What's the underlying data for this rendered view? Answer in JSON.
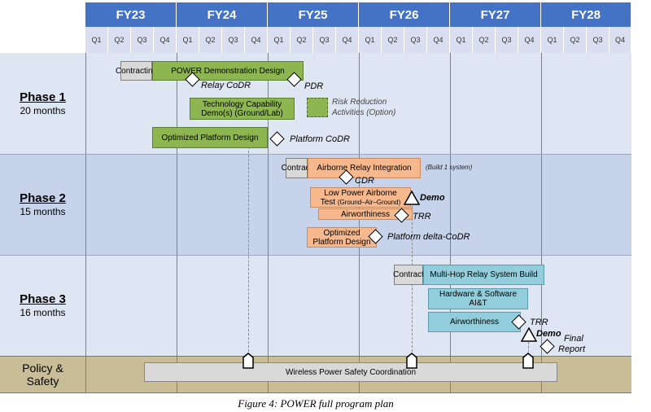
{
  "fiscal_years": [
    "FY23",
    "FY24",
    "FY25",
    "FY26",
    "FY27",
    "FY28"
  ],
  "quarters": [
    "Q1",
    "Q2",
    "Q3",
    "Q4",
    "Q1",
    "Q2",
    "Q3",
    "Q4",
    "Q1",
    "Q2",
    "Q3",
    "Q4",
    "Q1",
    "Q2",
    "Q3",
    "Q4",
    "Q1",
    "Q2",
    "Q3",
    "Q4",
    "Q1",
    "Q2",
    "Q3",
    "Q4"
  ],
  "phases": [
    {
      "name": "Phase 1",
      "duration": "20 months"
    },
    {
      "name": "Phase 2",
      "duration": "15 months"
    },
    {
      "name": "Phase 3",
      "duration": "16 months"
    }
  ],
  "policy": {
    "label_line1": "Policy &",
    "label_line2": "Safety"
  },
  "bars": {
    "contracting": "Contracting",
    "power_demo_design": "POWER Demonstration Design",
    "tech_capability_line1": "Technology Capability",
    "tech_capability_line2": "Demo(s) (Ground/Lab)",
    "optimized_platform_design": "Optimized Platform Design",
    "contract_p2": "Contract",
    "airborne_relay_integration": "Airborne Relay Integration",
    "low_power_line1": "Low Power Airborne",
    "low_power_line2a": "Test ",
    "low_power_line2b": "(Ground–Air–Ground)",
    "airworthiness_p2": "Airworthiness",
    "optimized_platform_line1": "Optimized",
    "optimized_platform_line2": "Platform Design",
    "contract_p3": "Contract",
    "multi_hop_relay": "Multi-Hop Relay System Build",
    "hw_sw_line1": "Hardware & Software",
    "hw_sw_line2": "AI&T",
    "airworthiness_p3": "Airworthiness",
    "wireless_power_safety": "Wireless Power Safety Coordination"
  },
  "notes": {
    "risk_reduction_line1": "Risk Reduction",
    "risk_reduction_line2": "Activities (Option)",
    "build_1_system": "(Build 1 system)"
  },
  "milestones": {
    "relay_codr": "Relay CoDR",
    "pdr": "PDR",
    "platform_codr": "Platform CoDR",
    "cdr": "CDR",
    "demo_p2": "Demo",
    "trr_p2": "TRR",
    "platform_delta_codr": "Platform delta-CoDR",
    "trr_p3": "TRR",
    "demo_p3": "Demo",
    "final_report_line1": "Final",
    "final_report_line2": "Report"
  },
  "caption": "Figure 4: POWER full program plan",
  "colors": {
    "header_blue": "#4472c4",
    "quarter_bg": "#d9dff0",
    "phase_band_light": "#dfe6f3",
    "phase_band_dark": "#c7d3ea",
    "policy_band": "#c8bd97",
    "phase1_bar": "#8db550",
    "phase2_bar": "#f8b88d",
    "phase3_bar": "#92cddc"
  }
}
